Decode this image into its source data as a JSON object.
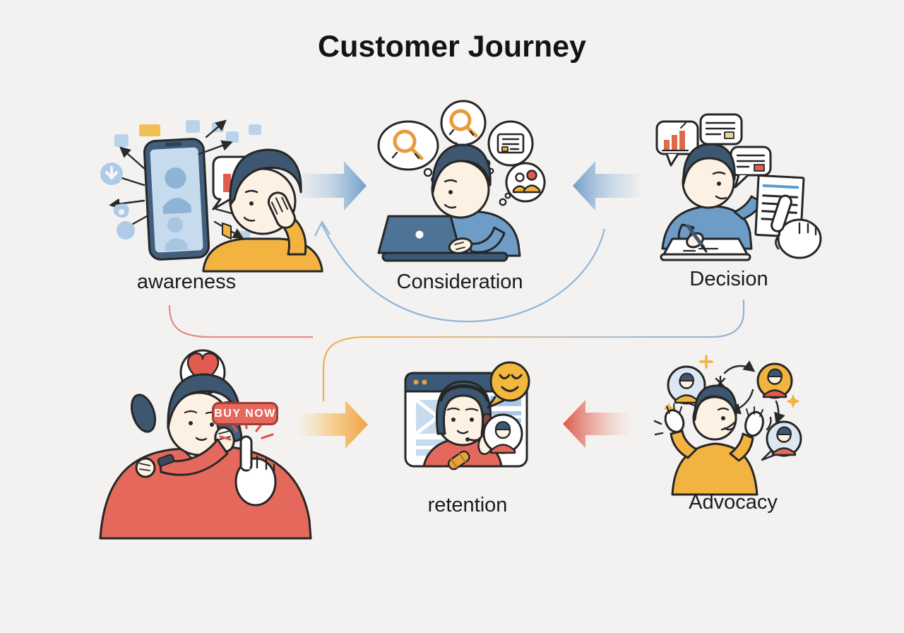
{
  "title": "Customer Journey",
  "stages": {
    "awareness": {
      "label": "awareness"
    },
    "consideration": {
      "label": "Consideration"
    },
    "decision": {
      "label": "Decision"
    },
    "purchase": {
      "buy_button_label": "BUY NOW"
    },
    "retention": {
      "label": "retention"
    },
    "advocacy": {
      "label": "Advocacy"
    }
  },
  "arrows": [
    {
      "from": "awareness",
      "to": "consideration",
      "direction": "right",
      "color": "#77a3cc"
    },
    {
      "from": "decision",
      "to": "consideration",
      "direction": "left",
      "color": "#77a3cc"
    },
    {
      "from": "purchase",
      "to": "retention",
      "direction": "right",
      "color": "#f0a444"
    },
    {
      "from": "advocacy",
      "to": "retention",
      "direction": "left",
      "color": "#db584a"
    }
  ],
  "connectors": [
    {
      "name": "awareness-down-curve",
      "color": "#e08b82"
    },
    {
      "name": "decision-to-purchase-curve",
      "color_start": "#f0ae58",
      "color_end": "#8fb2d8"
    },
    {
      "name": "loopback-to-consideration-curve",
      "color": "#8fb6dc"
    }
  ],
  "icons": {
    "awareness": [
      "smartphone-icon",
      "broadcast-arrows",
      "chart-bubble-icon",
      "download-badge-icon",
      "floating-squares"
    ],
    "consideration": [
      "search-bubble-icon",
      "search-bubble-icon",
      "document-bubble-icon",
      "people-bubble-icon",
      "laptop-icon"
    ],
    "decision": [
      "bar-chart-bubble-icon",
      "message-bubble-icon",
      "message-bubble-icon",
      "document-icon",
      "pointing-hand-icon",
      "pen-icon"
    ],
    "purchase": [
      "heart-bubble-icon",
      "smartphone-icon",
      "buy-now-button",
      "cursor-hand-icon",
      "click-burst-icon"
    ],
    "retention": [
      "browser-window-icon",
      "headset-icon",
      "smiley-bubble-icon",
      "avatar-bubble-icon"
    ],
    "advocacy": [
      "avatar-circle-icon",
      "avatar-circle-icon",
      "avatar-circle-icon",
      "share-arrows",
      "sparkle-icons"
    ]
  },
  "colors": {
    "background": "#f4f2f0",
    "title_text": "#141414",
    "label_text": "#1b1b1b",
    "navy": "#3e5770",
    "shirt_blue": "#6d9cc6",
    "light_blue": "#b9d3eb",
    "orange": "#f2b340",
    "coral": "#e4695c",
    "red_accent": "#e25b4e",
    "skin": "#fdf1e4",
    "buy_button_bg": "#e4695c",
    "buy_button_border": "#9c3f35",
    "buy_button_text": "#ffffff"
  }
}
